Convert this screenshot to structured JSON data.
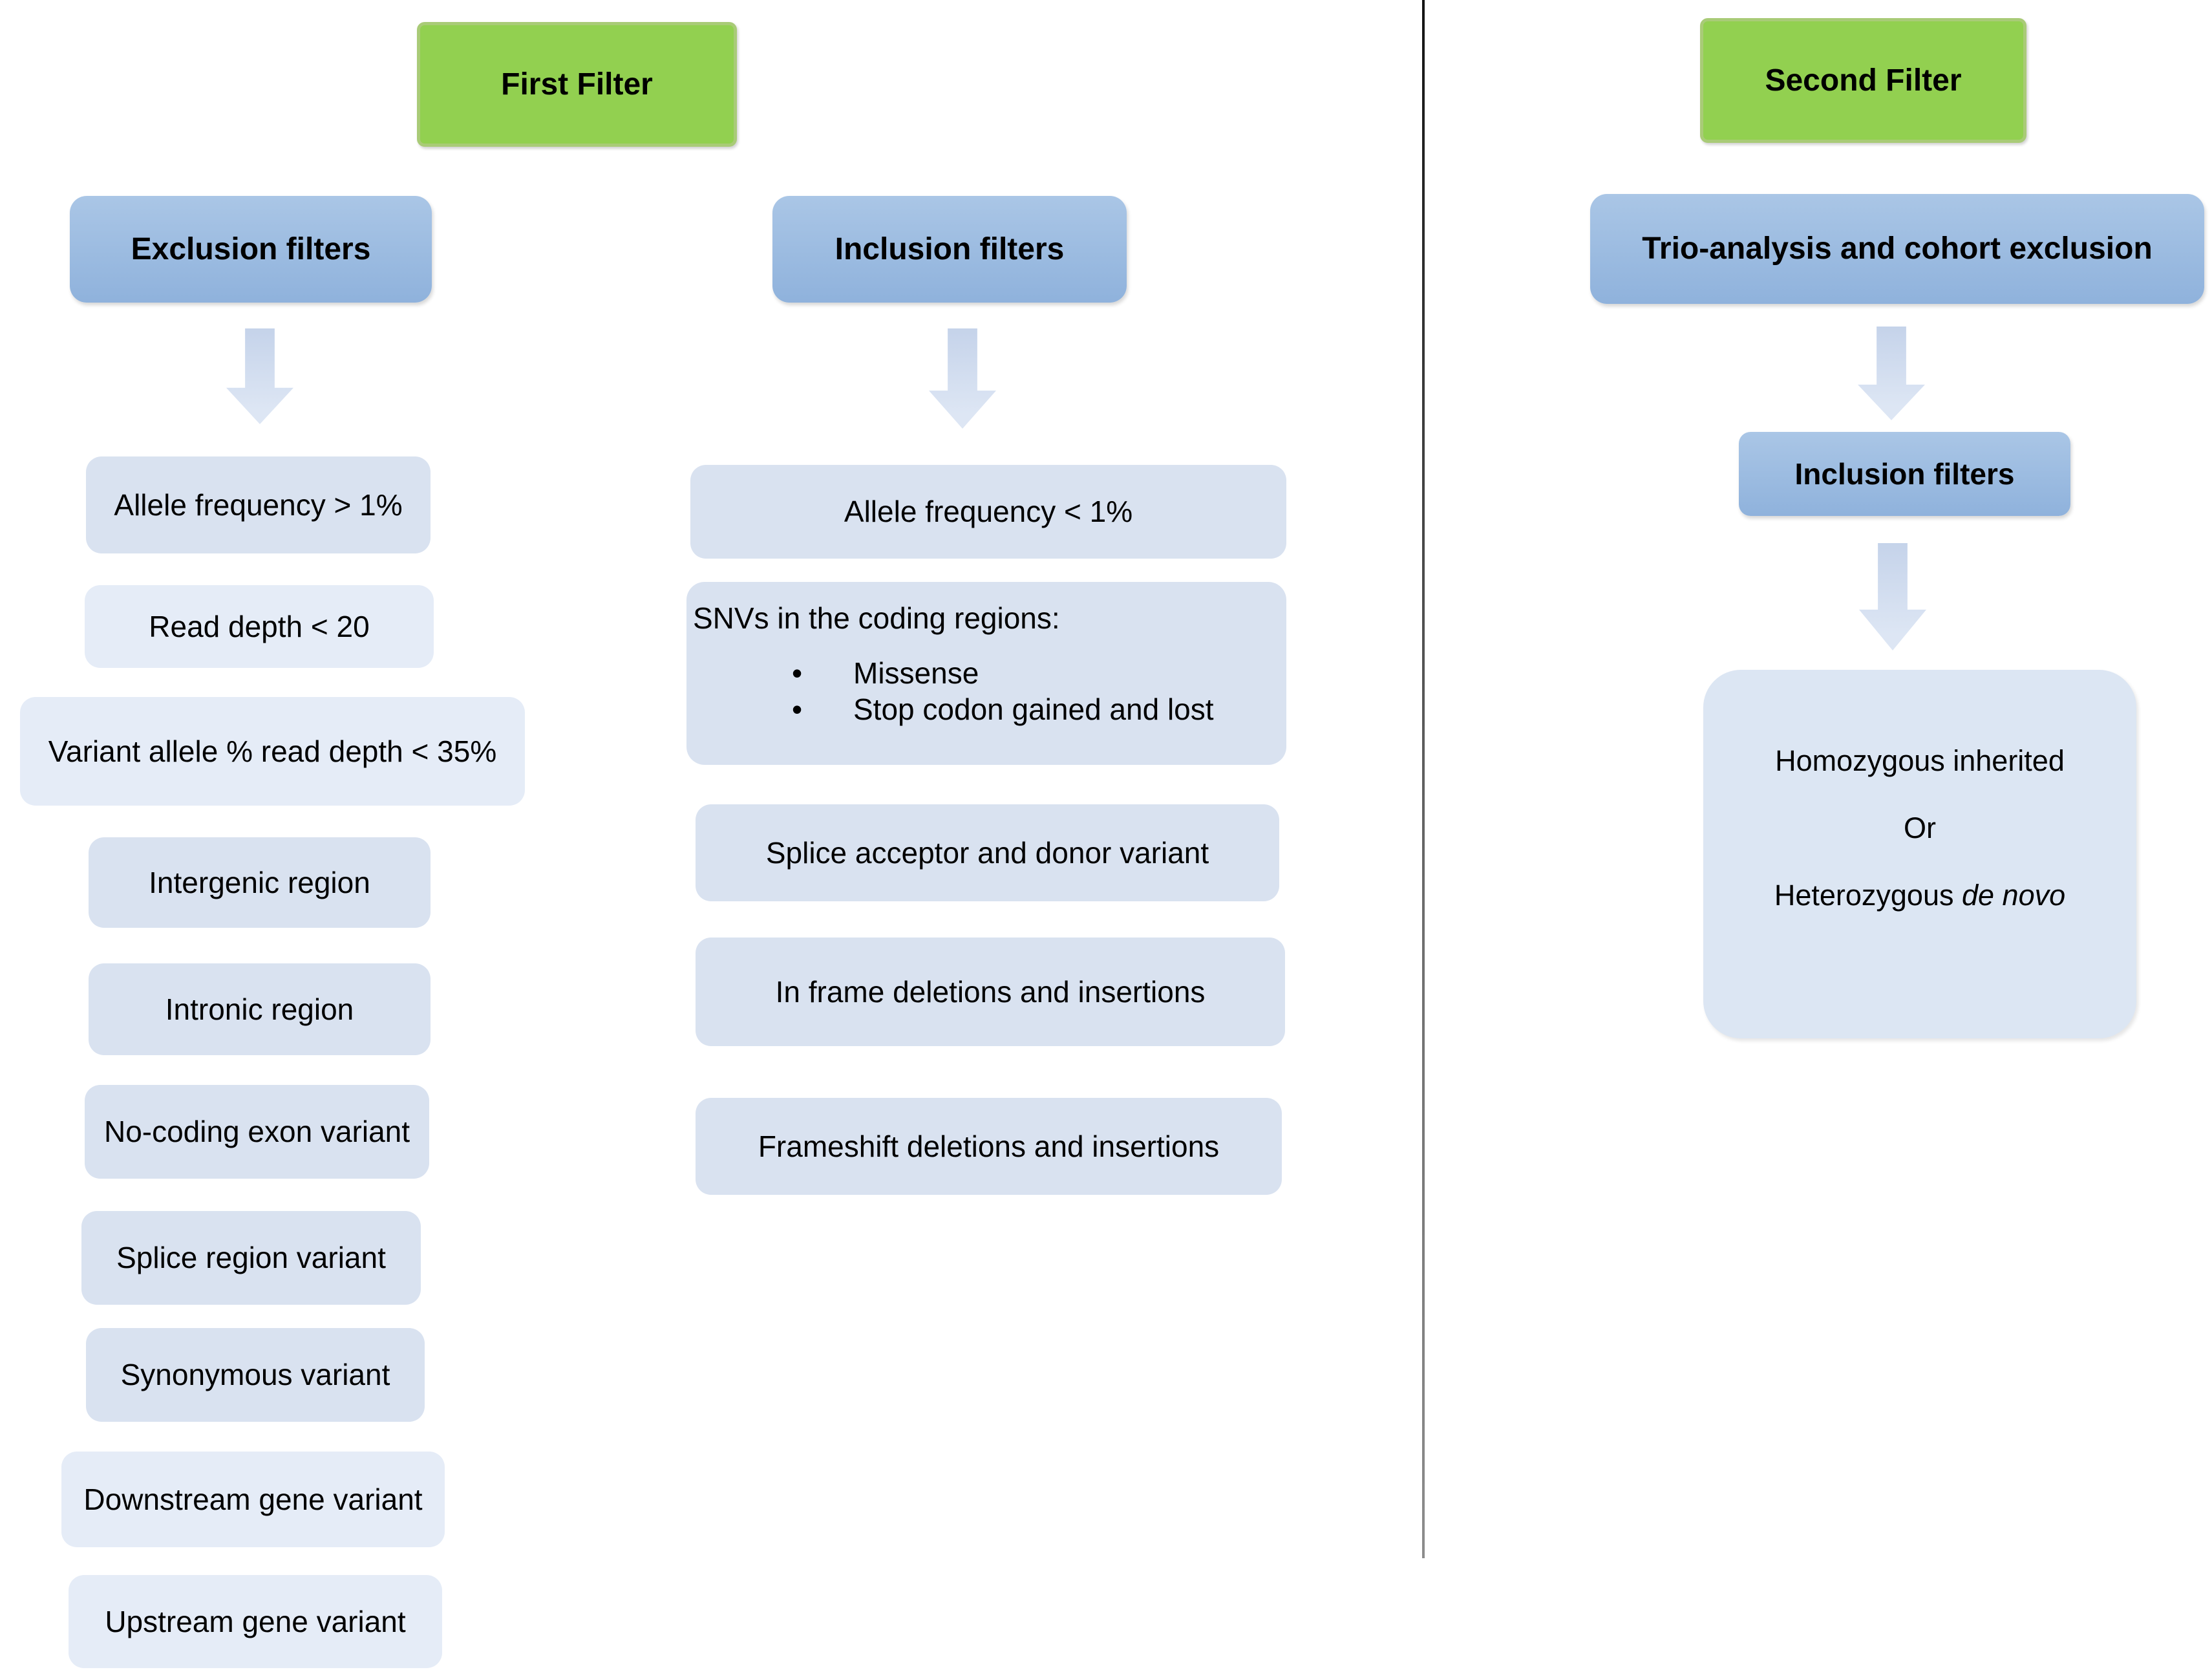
{
  "colors": {
    "green-fill": "#92d050",
    "green-border": "#a9cb77",
    "header-blue-top": "#aac6e6",
    "header-blue-bottom": "#8fb2dc",
    "item-blue": "#d9e2f0",
    "item-blue-light": "#e5ecf7",
    "big-box-blue": "#dce6f3",
    "arrow-top": "#c5d3ea",
    "arrow-bottom": "#dde6f4",
    "divider": "#4d4d4d",
    "text": "#000000"
  },
  "first_filter": {
    "title": "First Filter",
    "exclusion": {
      "header": "Exclusion filters",
      "items": [
        "Allele frequency > 1%",
        "Read depth < 20",
        "Variant allele % read depth < 35%",
        "Intergenic region",
        "Intronic region",
        "No-coding exon variant",
        "Splice region variant",
        "Synonymous variant",
        "Downstream gene variant",
        "Upstream gene variant"
      ]
    },
    "inclusion": {
      "header": "Inclusion filters",
      "snv_box": {
        "intro": "SNVs in the coding regions:",
        "bullets": [
          "Missense",
          "Stop codon gained and lost"
        ]
      },
      "items": [
        "Allele frequency < 1%",
        "Splice acceptor and donor variant",
        "In frame deletions and insertions",
        "Frameshift deletions and insertions"
      ]
    }
  },
  "second_filter": {
    "title": "Second Filter",
    "trio_header": "Trio-analysis and cohort exclusion",
    "inclusion_header": "Inclusion filters",
    "result_box": {
      "line1": "Homozygous inherited",
      "line2": "Or",
      "line3_prefix": "Heterozygous ",
      "line3_italic": "de novo"
    }
  }
}
